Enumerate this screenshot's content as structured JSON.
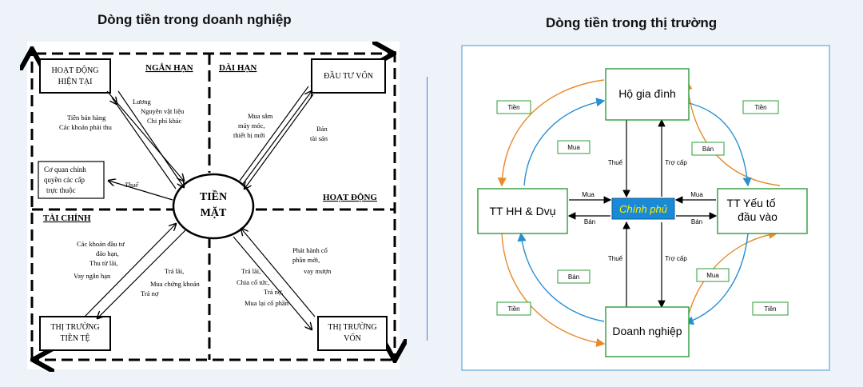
{
  "left": {
    "title": "Dòng tiền trong doanh nghiệp",
    "center": [
      "TIỀN",
      "MẶT"
    ],
    "quadrant_labels": {
      "short_term": "NGẮN HẠN",
      "long_term": "DÀI HẠN",
      "operations": "HOẠT ĐỘNG",
      "finance": "TÀI CHÍNH"
    },
    "boxes": {
      "operations_current": [
        "HOẠT ĐỘNG",
        "HIỆN TẠI"
      ],
      "capital_investment": [
        "ĐẦU TƯ VỐN"
      ],
      "government": [
        "Cơ quan chính",
        "quyền các cấp",
        "trực thuộc"
      ],
      "money_market": [
        "THỊ TRƯỜNG",
        "TIỀN TỆ"
      ],
      "capital_market": [
        "THỊ TRƯỜNG",
        "VỐN"
      ]
    },
    "annotations": {
      "sales": [
        "Tiền bán hàng",
        "Các khoản phải thu"
      ],
      "costs": [
        "Lương",
        "Nguyên vật liệu",
        "Chi phí khác"
      ],
      "purchase": [
        "Mua sắm",
        "máy móc,",
        "thiết bị mới"
      ],
      "sell_assets": [
        "Bán",
        "tài sản"
      ],
      "tax": "Thuế",
      "investments_in": [
        "Các khoản đầu tư",
        "đáo hạn,",
        "Thu từ lãi,",
        "Vay ngắn hạn"
      ],
      "interest_out": [
        "Trả lãi,",
        "Mua chứng khoán",
        "Trả nợ"
      ],
      "issue": [
        "Phát hành cổ",
        "phần mới,",
        "vay mượn"
      ],
      "pay_out": [
        "Trả lãi,",
        "Chia cổ tức,",
        "Trả nợ,",
        "Mua lại cổ phần"
      ]
    }
  },
  "right": {
    "title": "Dòng tiền trong thị trường",
    "nodes": {
      "household": "Hộ gia đình",
      "goods_market": "TT HH & Dvụ",
      "government": "Chính phủ",
      "factor_market": [
        "TT Yếu tố",
        "đầu vào"
      ],
      "enterprise": "Doanh nghiệp"
    },
    "labels": {
      "money": "Tiền",
      "buy": "Mua",
      "sell": "Bán",
      "tax": "Thuế",
      "subsidy": "Trợ cấp"
    },
    "colors": {
      "box_border": "#2e9b3a",
      "gov_fill": "#1a8ad6",
      "gov_text": "#ffee00",
      "outer_arc": "#e8892a",
      "inner_arc": "#2a8fd0",
      "panel_border": "#7fb8e0"
    }
  }
}
